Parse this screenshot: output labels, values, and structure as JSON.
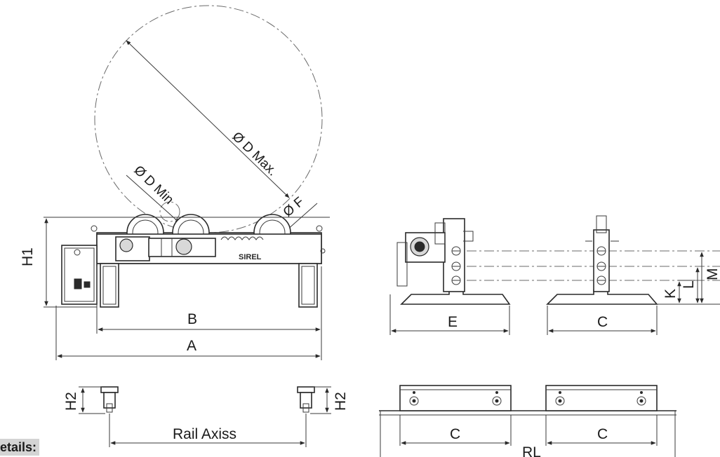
{
  "dimensions": {
    "d_max": "Ø D Max.",
    "d_min": "Ø D Min",
    "f": "Ø F",
    "h1": "H1",
    "b": "B",
    "a": "A",
    "e": "E",
    "c_side": "C",
    "k": "K",
    "l": "L",
    "m": "M",
    "h2_left": "H2",
    "h2_right": "H2",
    "rail_axis": "Rail Axiss",
    "c_bottom_left": "C",
    "c_bottom_right": "C",
    "rl": "RL"
  },
  "brand": "SIREL",
  "details_label": "etails:"
}
